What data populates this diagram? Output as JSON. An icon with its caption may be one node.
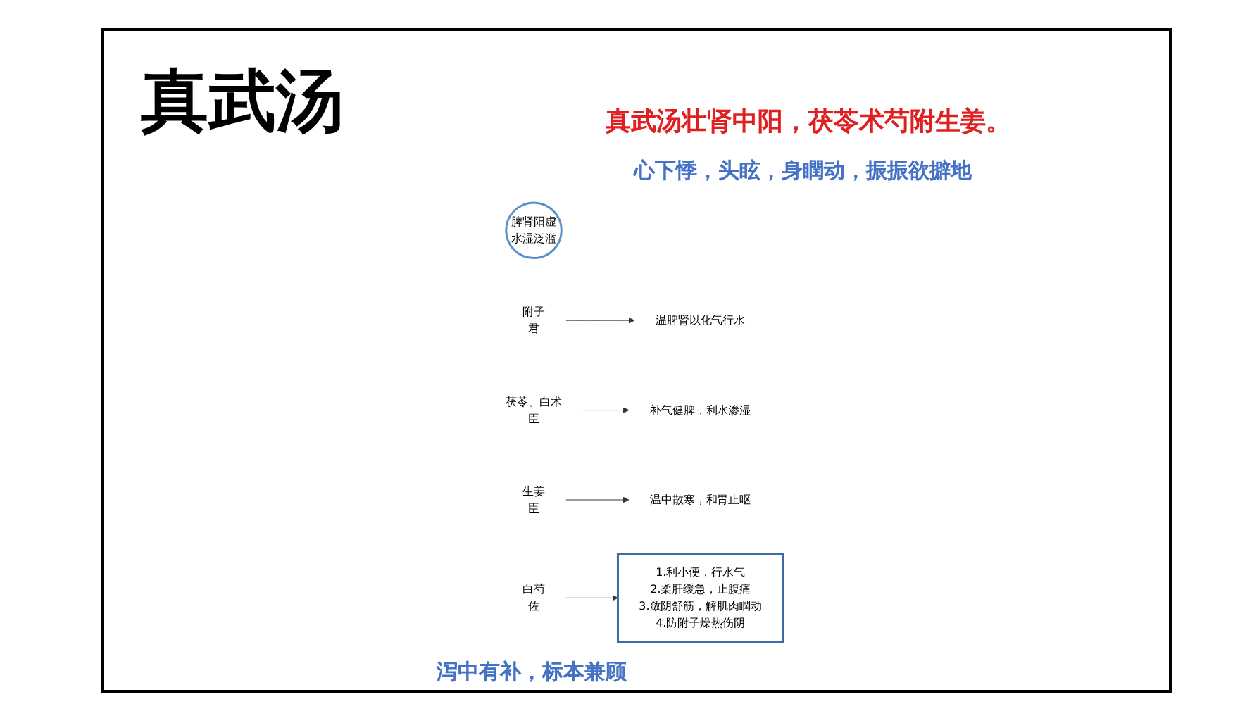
{
  "diagram": {
    "title": "真武汤",
    "nodes": [
      {
        "text": [
          "脾肾阳虚",
          "水湿泛滥"
        ]
      },
      {
        "text": [
          "附子",
          "君"
        ]
      },
      {
        "text": [
          "温脾肾以化气行水"
        ]
      },
      {
        "text": [
          "茯苓、白术",
          "臣"
        ]
      },
      {
        "text": [
          "补气健脾，利水渗湿"
        ]
      },
      {
        "text": [
          "生姜",
          "臣"
        ]
      },
      {
        "text": [
          "温中散寒，和胃止呕"
        ]
      },
      {
        "text": [
          "白芍",
          "佐"
        ]
      },
      {
        "text": [
          "1.利小便，行水气",
          "2.柔肝缓急，止腹痛",
          "3.敛阴舒筋，解肌肉瞤动",
          "4.防附子燥热伤阴"
        ]
      }
    ],
    "edges": [
      {
        "from": 1,
        "to": 2,
        "arrow": "to"
      },
      {
        "from": 3,
        "to": 4,
        "arrow": "to"
      },
      {
        "from": 5,
        "to": 6,
        "arrow": "to"
      },
      {
        "from": 7,
        "to": 8,
        "arrow": "to"
      }
    ],
    "labels": [
      "真武汤壮肾中阳，茯苓术芍附生姜。",
      "心下悸，头眩，身瞤动，振振欲擗地",
      "泻中有补，标本兼顾"
    ]
  }
}
